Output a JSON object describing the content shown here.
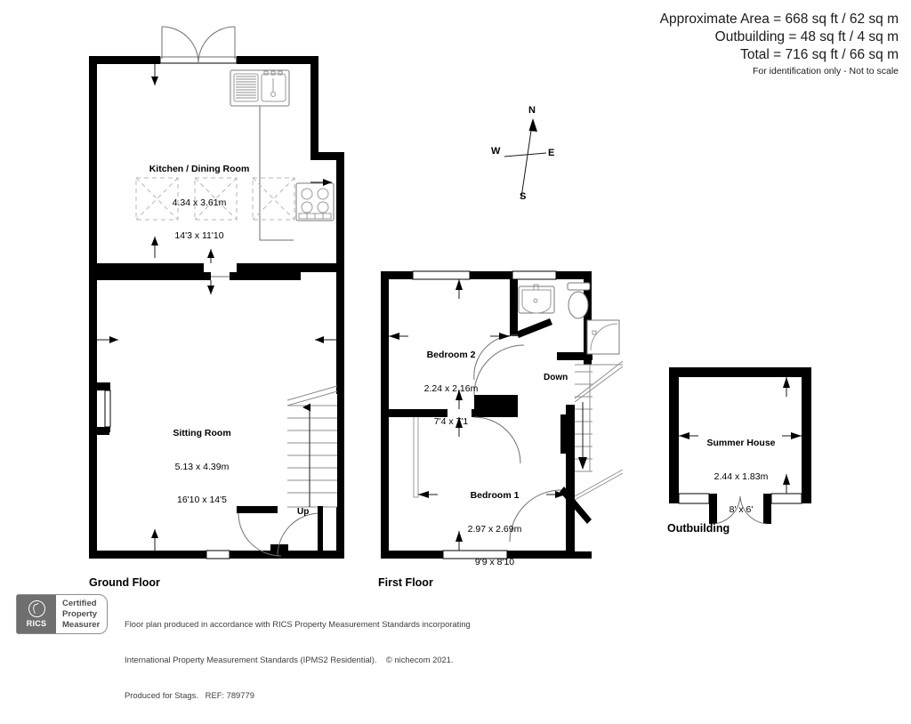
{
  "header": {
    "line1": "Approximate Area = 668 sq ft / 62 sq m",
    "line2": "Outbuilding = 48 sq ft / 4 sq m",
    "line3": "Total = 716 sq ft / 66 sq m",
    "note": "For identification only - Not to scale"
  },
  "compass": {
    "north": "N",
    "south": "S",
    "east": "E",
    "west": "W"
  },
  "floors": {
    "ground_label": "Ground Floor",
    "first_label": "First Floor",
    "outbuilding_label": "Outbuilding"
  },
  "rooms": [
    {
      "id": "kitchen-dining-room",
      "name": "Kitchen / Dining Room",
      "dim_metric": "4.34 x 3.61m",
      "dim_imperial": "14'3 x 11'10"
    },
    {
      "id": "sitting-room",
      "name": "Sitting Room",
      "dim_metric": "5.13 x 4.39m",
      "dim_imperial": "16'10 x 14'5"
    },
    {
      "id": "bedroom-2",
      "name": "Bedroom 2",
      "dim_metric": "2.24 x 2.16m",
      "dim_imperial": "7'4 x 7'1"
    },
    {
      "id": "bedroom-1",
      "name": "Bedroom 1",
      "dim_metric": "2.97 x 2.69m",
      "dim_imperial": "9'9 x 8'10"
    },
    {
      "id": "summer-house",
      "name": "Summer House",
      "dim_metric": "2.44 x 1.83m",
      "dim_imperial": "8' x 6'"
    }
  ],
  "stairs": {
    "up_label": "Up",
    "down_label": "Down"
  },
  "footer": {
    "badge_line1": "Certified",
    "badge_line2": "Property",
    "badge_line3": "Measurer",
    "badge_mark": "RICS",
    "disclaimer_line1": "Floor plan produced in accordance with RICS Property Measurement Standards incorporating",
    "disclaimer_line2": "International Property Measurement Standards (IPMS2 Residential).    © nichecom 2021.",
    "disclaimer_line3": "Produced for Stags.   REF: 789779"
  },
  "colors": {
    "wall": "#000000",
    "fixture_stroke": "#6b6b6b",
    "furniture_dash": "#b0b0b0",
    "background": "#ffffff"
  }
}
